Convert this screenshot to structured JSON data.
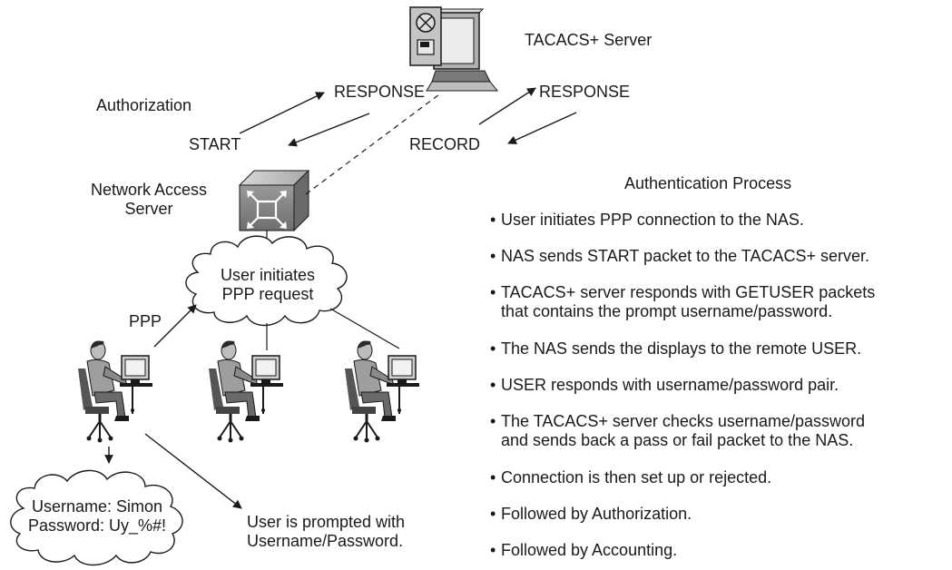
{
  "labels": {
    "tacacs_server": "TACACS+ Server",
    "authorization": "Authorization",
    "response_left": "RESPONSE",
    "response_right": "RESPONSE",
    "start": "START",
    "record": "RECORD",
    "nas": "Network Access\nServer",
    "cloud_top": "User initiates\nPPP request",
    "ppp": "PPP",
    "cloud_bottom": "Username: Simon\nPassword: Uy_%#!",
    "prompted": "User is prompted with\nUsername/Password."
  },
  "process": {
    "title": "Authentication Process",
    "bullet": "•",
    "steps": [
      "User initiates PPP connection to the NAS.",
      "NAS sends START packet to the TACACS+ server.",
      "TACACS+ server responds with GETUSER packets\nthat contains the prompt username/password.",
      "The NAS sends the displays to the remote USER.",
      "USER responds with username/password pair.",
      "The TACACS+ server checks username/password\nand sends back a pass or fail packet to the NAS.",
      "Connection is then set up or rejected.",
      " Followed by Authorization.",
      "Followed by Accounting."
    ]
  },
  "colors": {
    "ink": "#1a1a1a",
    "device_gray": "#8c8c8c",
    "device_light": "#c8c8c8",
    "device_dark": "#5a5a5a"
  }
}
